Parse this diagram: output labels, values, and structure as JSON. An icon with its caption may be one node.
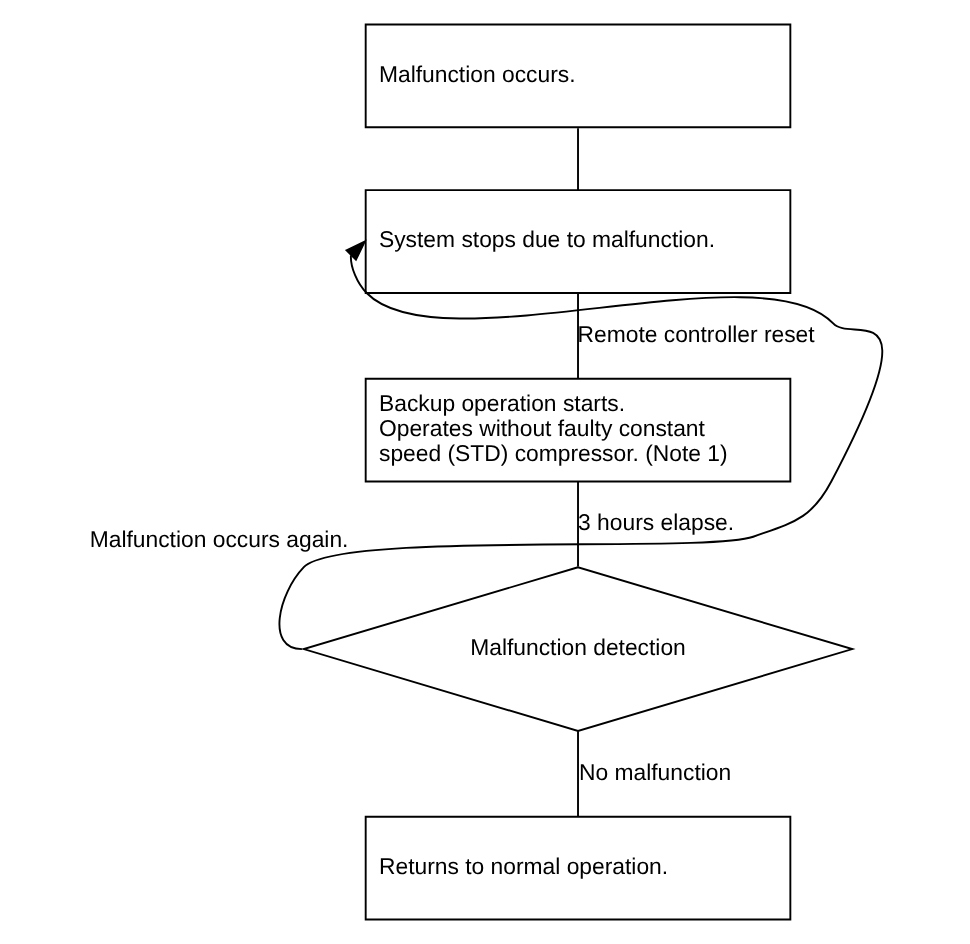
{
  "diagram": {
    "nodes": [
      {
        "text": [
          "Malfunction occurs."
        ]
      },
      {
        "text": [
          "System stops due to malfunction."
        ]
      },
      {
        "text": [
          "Backup operation starts. Operates without faulty constant speed (STD) compressor. (Note 1)"
        ]
      },
      {
        "text": [
          "Malfunction detection"
        ]
      },
      {
        "text": [
          "Returns to normal operation."
        ]
      }
    ],
    "edges": [
      {
        "from": 0,
        "to": 1,
        "arrow": "none"
      },
      {
        "from": 1,
        "to": 2,
        "arrow": "none",
        "label": "Remote controller reset"
      },
      {
        "from": 2,
        "to": 3,
        "arrow": "none",
        "label": "3 hours elapse."
      },
      {
        "from": 3,
        "to": 4,
        "arrow": "none",
        "label": "No malfunction"
      },
      {
        "from": 3,
        "to": 1,
        "arrow": "to",
        "label": "Malfunction occurs again."
      }
    ]
  }
}
